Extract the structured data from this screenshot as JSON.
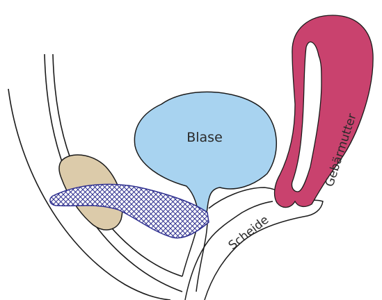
{
  "labels": {
    "bladder": "Blase",
    "vagina": "Scheide",
    "uterus": "Gebärmutter"
  },
  "colors": {
    "bladder": "#a8d3f0",
    "uterus": "#c9426e",
    "bone": "#dccbaa",
    "mesh": "#2e2f8f",
    "outline": "#1a1a1a",
    "background": "#ffffff"
  }
}
